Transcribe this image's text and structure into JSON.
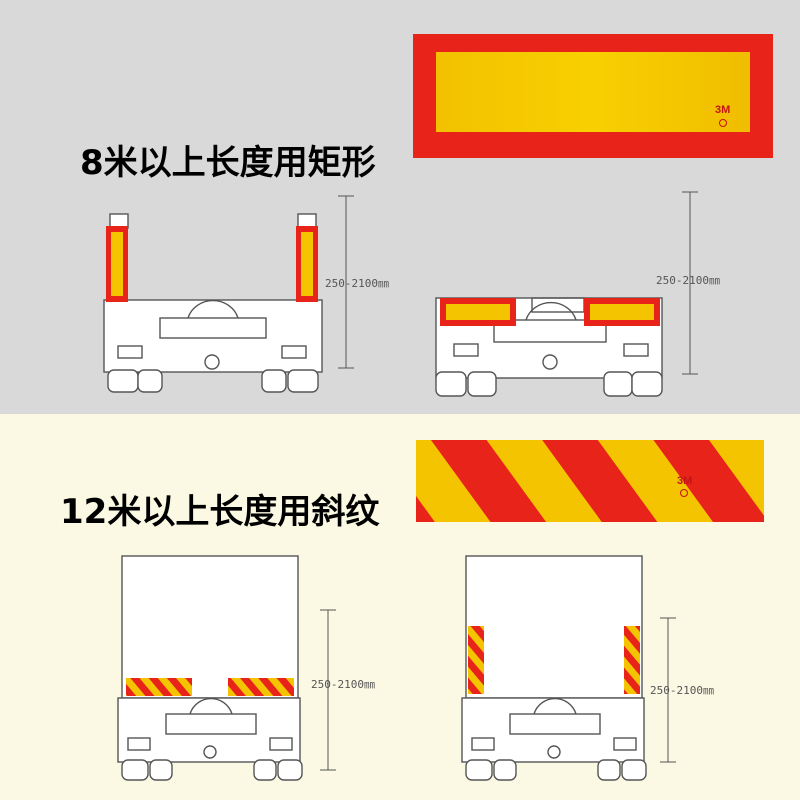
{
  "sections": [
    {
      "heading": "8米以上长度用矩形",
      "plate": {
        "pattern": "rectangle",
        "logo": "3M"
      },
      "trucks": [
        {
          "placement": "vertical-side-posts",
          "dimension_label": "250-2100㎜"
        },
        {
          "placement": "horizontal-rear-lights",
          "dimension_label": "250-2100㎜"
        }
      ]
    },
    {
      "heading": "12米以上长度用斜纹",
      "plate": {
        "pattern": "diagonal-stripes",
        "logo": "3M"
      },
      "trucks": [
        {
          "placement": "horizontal-bottom-corners",
          "dimension_label": "250-2100㎜"
        },
        {
          "placement": "vertical-side-corners",
          "dimension_label": "250-2100㎜"
        }
      ]
    }
  ],
  "colors": {
    "red": "#e8241a",
    "yellow": "#f5c400",
    "top_bg": "#d9d9d9",
    "bottom_bg": "#fbf9e3"
  }
}
